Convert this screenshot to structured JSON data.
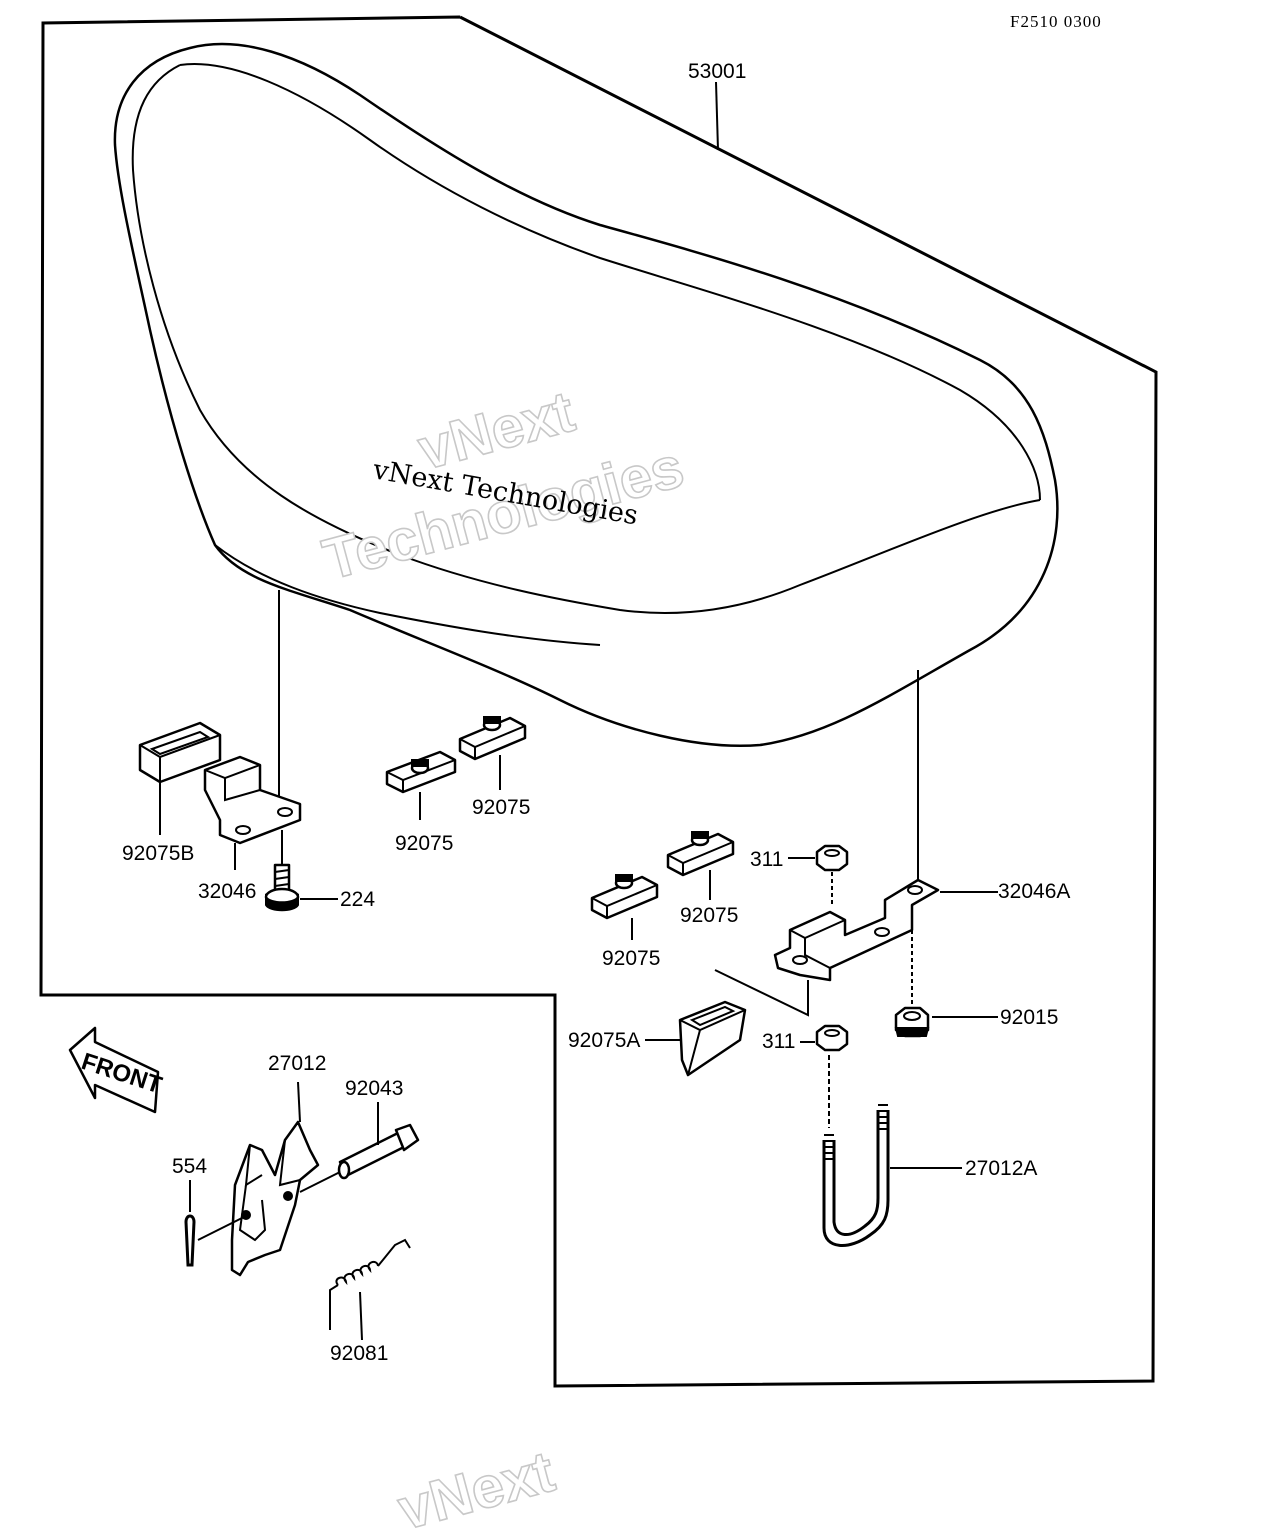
{
  "diagram": {
    "code": "F2510 0300",
    "front_label": "FRONT",
    "watermark": {
      "main": "vNext Technologies",
      "outline_line1": "vNext",
      "outline_line2": "Technologies",
      "bottom_outline": "vNext"
    },
    "labels": {
      "p53001": "53001",
      "p92075b": "92075B",
      "p32046": "32046",
      "p224": "224",
      "p92075_a": "92075",
      "p92075_b": "92075",
      "p92075_c": "92075",
      "p92075_d": "92075",
      "p311_top": "311",
      "p32046a": "32046A",
      "p92015": "92015",
      "p92075a": "92075A",
      "p311_bottom": "311",
      "p27012a": "27012A",
      "p27012": "27012",
      "p92043": "92043",
      "p554": "554",
      "p92081": "92081"
    }
  }
}
